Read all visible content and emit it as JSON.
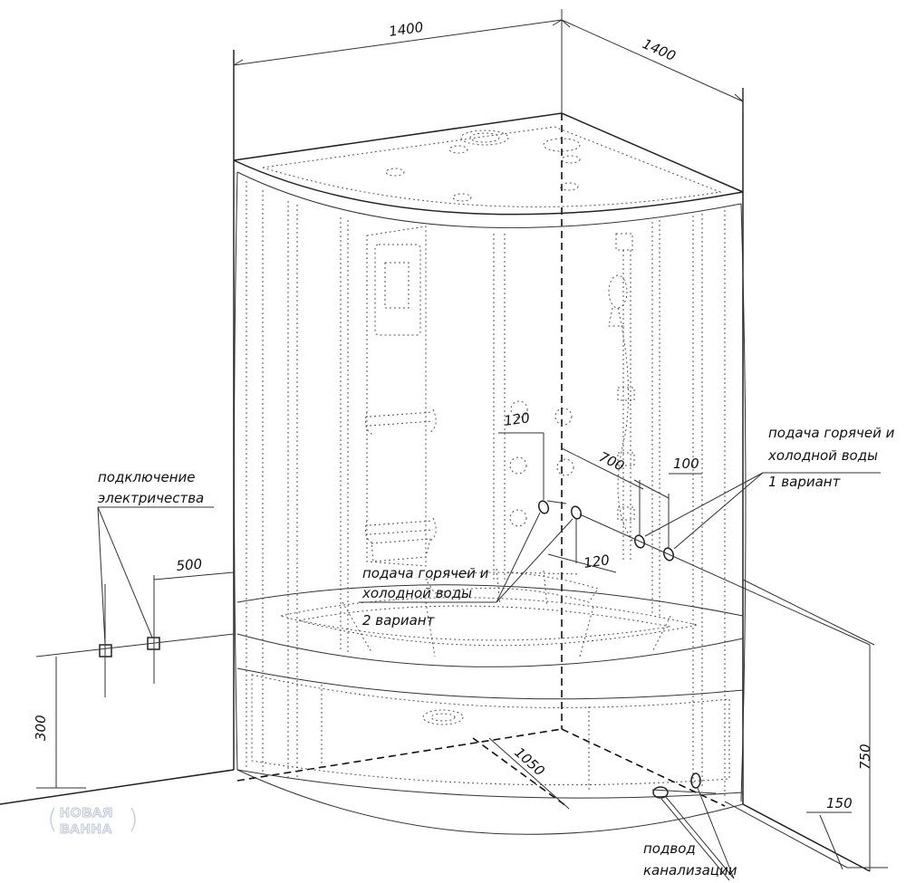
{
  "dimensions": {
    "width_left": "1400",
    "width_right": "1400",
    "supply_offset": "120",
    "supply_depth": "700",
    "supply_spacing": "100",
    "supply_offset2": "120",
    "elec_offset": "500",
    "elec_height": "300",
    "base_diagonal": "1050",
    "total_height": "750",
    "drain_offset": "150"
  },
  "labels": {
    "water_v1_line1": "подача горячей и",
    "water_v1_line2": "холодной воды",
    "water_v1_line3": "1 вариант",
    "water_v2_line1": "подача горячей и",
    "water_v2_line2": "холодной воды",
    "water_v2_line3": "2 вариант",
    "electric_line1": "подключение",
    "electric_line2": "электричества",
    "drain_line1": "подвод",
    "drain_line2": "канализации"
  },
  "watermark": {
    "line1": "НОВАЯ",
    "line2": "ВАННА"
  }
}
